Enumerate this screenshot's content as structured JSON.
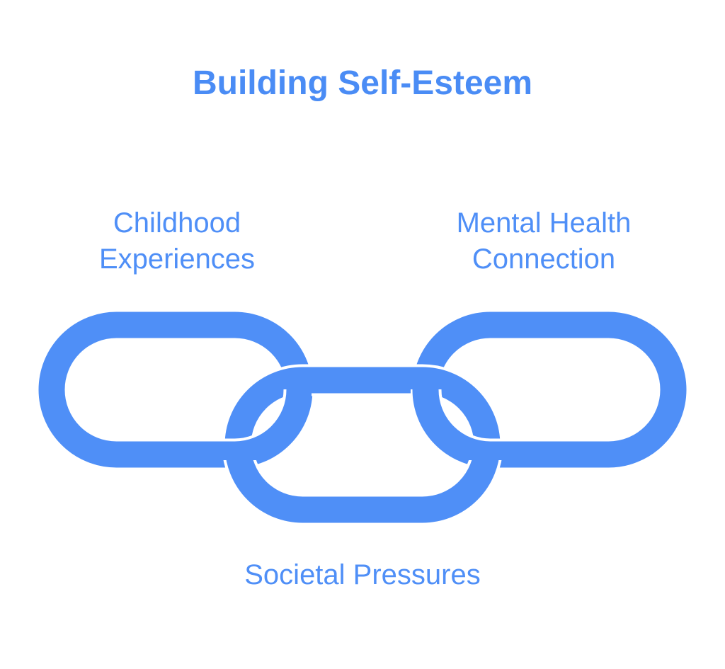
{
  "title": "Building Self-Esteem",
  "links": {
    "left": {
      "line1": "Childhood",
      "line2": "Experiences"
    },
    "right": {
      "line1": "Mental Health",
      "line2": "Connection"
    },
    "bottom": {
      "label": "Societal Pressures"
    }
  },
  "colors": {
    "accent": "#4F8FF7",
    "title": "#4A8CF5",
    "gap": "#FFFFFF"
  },
  "icons": [
    "chain-link-icon"
  ]
}
